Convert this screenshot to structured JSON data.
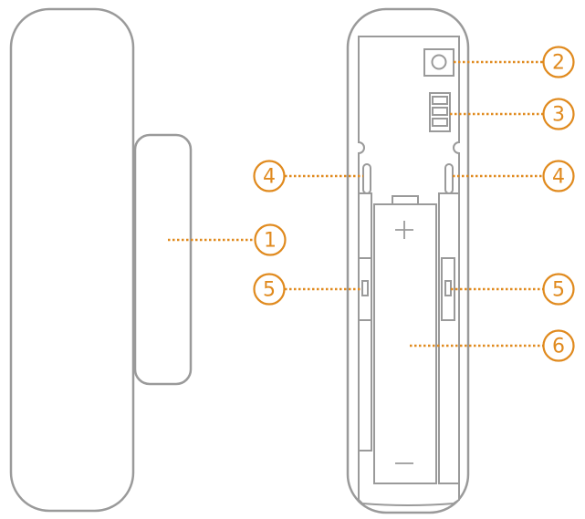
{
  "callouts": [
    {
      "label": "1",
      "part": "magnet"
    },
    {
      "label": "2",
      "part": "button"
    },
    {
      "label": "3",
      "part": "indicator"
    },
    {
      "label": "4",
      "part": "clip-left"
    },
    {
      "label": "4",
      "part": "clip-right"
    },
    {
      "label": "5",
      "part": "side-slot-left"
    },
    {
      "label": "5",
      "part": "side-slot-right"
    },
    {
      "label": "6",
      "part": "battery"
    }
  ],
  "colors": {
    "outline": "#9a9a9a",
    "accent": "#e08a1e",
    "background": "#ffffff"
  }
}
